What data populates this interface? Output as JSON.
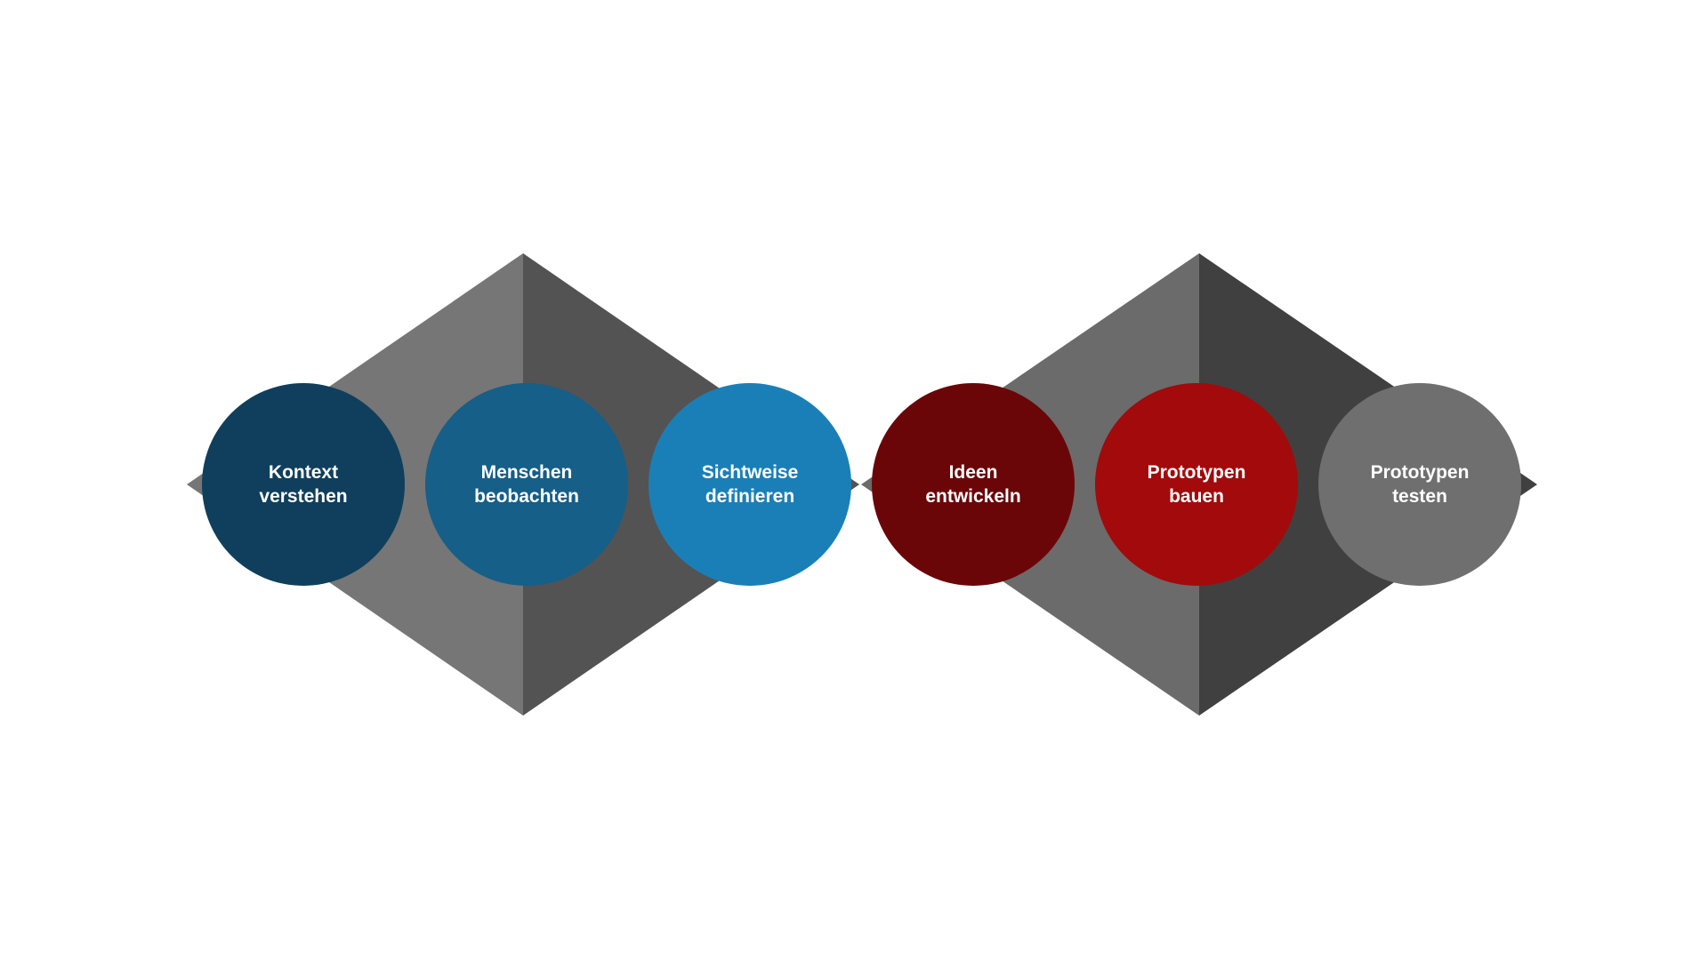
{
  "diagram": {
    "diamonds": [
      {
        "name": "first-diamond",
        "left_color": "#767676",
        "right_color": "#535353"
      },
      {
        "name": "second-diamond",
        "left_color": "#6b6b6b",
        "right_color": "#404040"
      }
    ],
    "steps": [
      {
        "line1": "Kontext",
        "line2": "verstehen",
        "color": "#0f3f5c"
      },
      {
        "line1": "Menschen",
        "line2": "beobachten",
        "color": "#155f88"
      },
      {
        "line1": "Sichtweise",
        "line2": "definieren",
        "color": "#1b7fb7"
      },
      {
        "line1": "Ideen",
        "line2": "entwickeln",
        "color": "#6b0608"
      },
      {
        "line1": "Prototypen",
        "line2": "bauen",
        "color": "#a30a0b"
      },
      {
        "line1": "Prototypen",
        "line2": "testen",
        "color": "#6f6f6f"
      }
    ]
  }
}
